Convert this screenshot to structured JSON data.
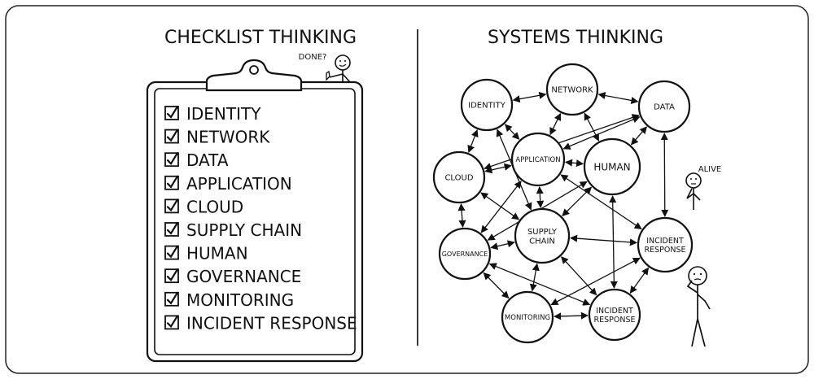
{
  "left_panel": {
    "title": "CHECKLIST THINKING",
    "speech": "DONE?",
    "checklist": [
      "IDENTITY",
      "NETWORK",
      "DATA",
      "APPLICATION",
      "CLOUD",
      "SUPPLY CHAIN",
      "HUMAN",
      "GOVERNANCE",
      "MONITORING",
      "INCIDENT RESPONSE"
    ]
  },
  "right_panel": {
    "title": "SYSTEMS THINKING",
    "speech": "ALIVE",
    "nodes": [
      {
        "id": "identity",
        "lines": [
          "IDENTITY"
        ]
      },
      {
        "id": "network",
        "lines": [
          "NETWORK"
        ]
      },
      {
        "id": "data",
        "lines": [
          "DATA"
        ]
      },
      {
        "id": "cloud",
        "lines": [
          "CLOUD"
        ]
      },
      {
        "id": "application",
        "lines": [
          "APPLICATION"
        ]
      },
      {
        "id": "human",
        "lines": [
          "HUMAN"
        ]
      },
      {
        "id": "supply_chain",
        "lines": [
          "SUPPLY",
          "CHAIN"
        ]
      },
      {
        "id": "governance",
        "lines": [
          "GOVERNANCE"
        ]
      },
      {
        "id": "incident_response_right",
        "lines": [
          "INCIDENT",
          "RESPONSE"
        ]
      },
      {
        "id": "monitoring",
        "lines": [
          "MONITORING"
        ]
      },
      {
        "id": "incident_response_bottom",
        "lines": [
          "INCIDENT",
          "RESPONSE"
        ]
      }
    ]
  }
}
